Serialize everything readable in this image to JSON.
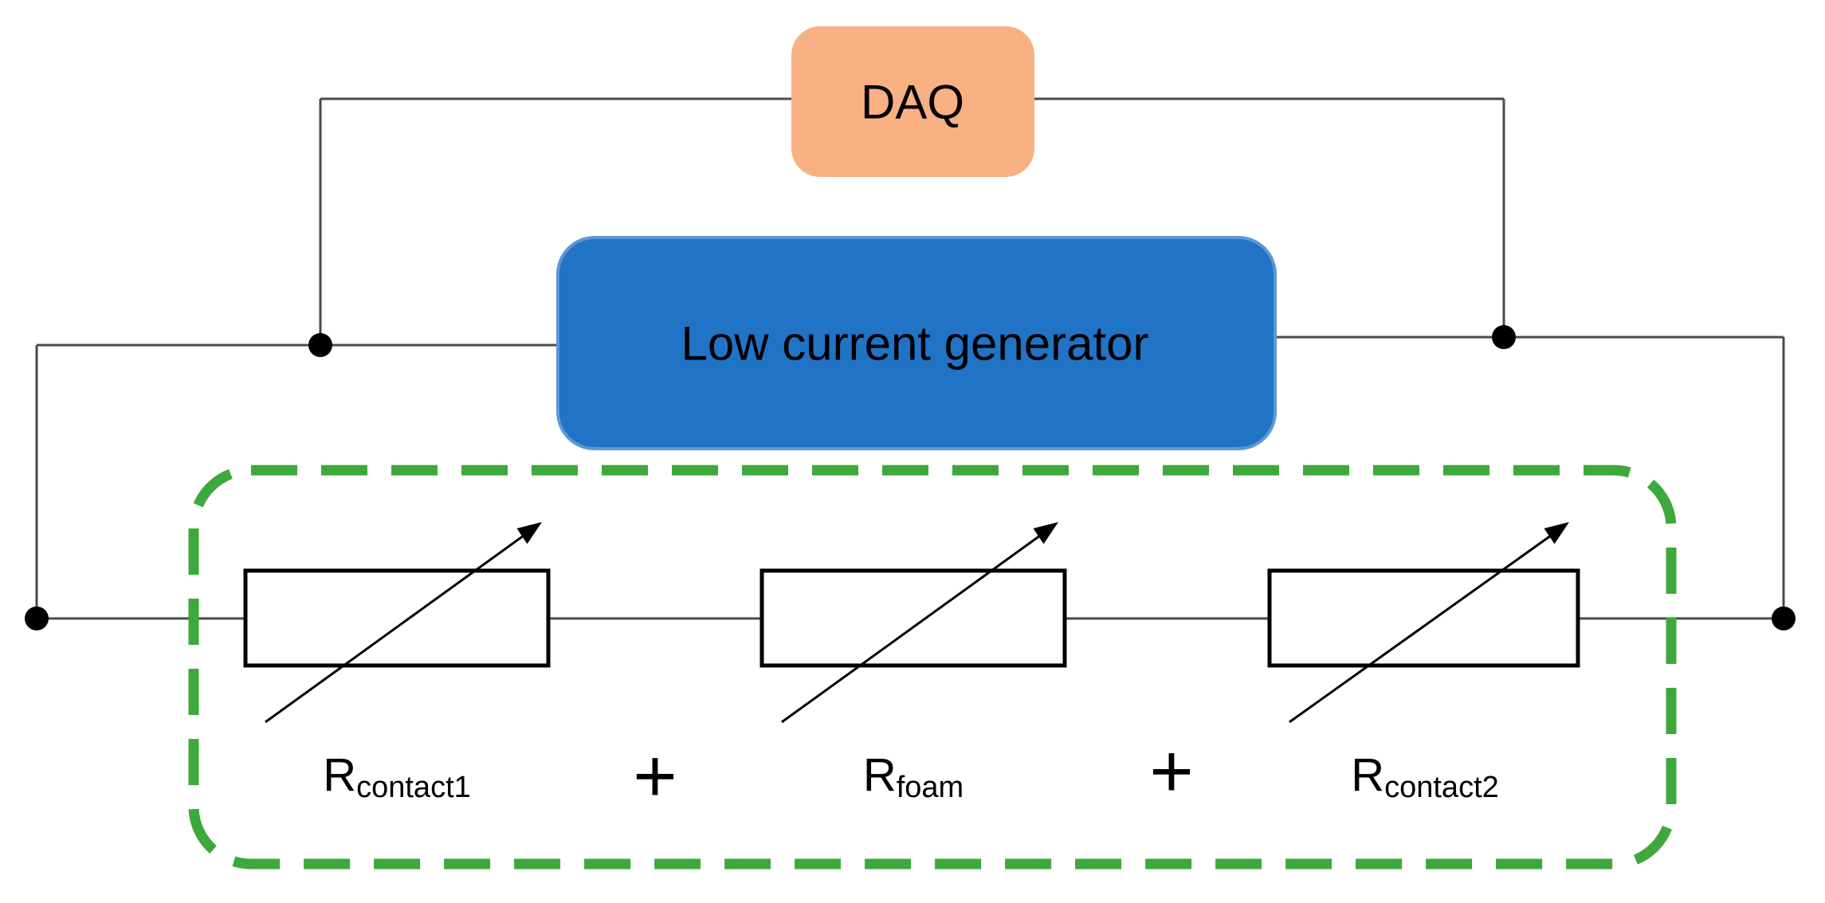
{
  "diagram": {
    "daq": {
      "label": "DAQ"
    },
    "generator": {
      "label": "Low current generator"
    },
    "resistors": [
      {
        "symbol": "R",
        "subscript": "contact1"
      },
      {
        "symbol": "R",
        "subscript": "foam"
      },
      {
        "symbol": "R",
        "subscript": "contact2"
      }
    ],
    "operators": [
      "+",
      "+"
    ]
  },
  "colors": {
    "daq_fill": "#F9B083",
    "generator_fill": "#2173C6",
    "generator_edge": "#5D97D6",
    "dashed_region": "#3DA83C",
    "wire": "#4A4A4A",
    "component_stroke": "#000000",
    "junction_dot": "#000000",
    "label_text": "#000000",
    "canvas_background": "#FFFFFF"
  }
}
